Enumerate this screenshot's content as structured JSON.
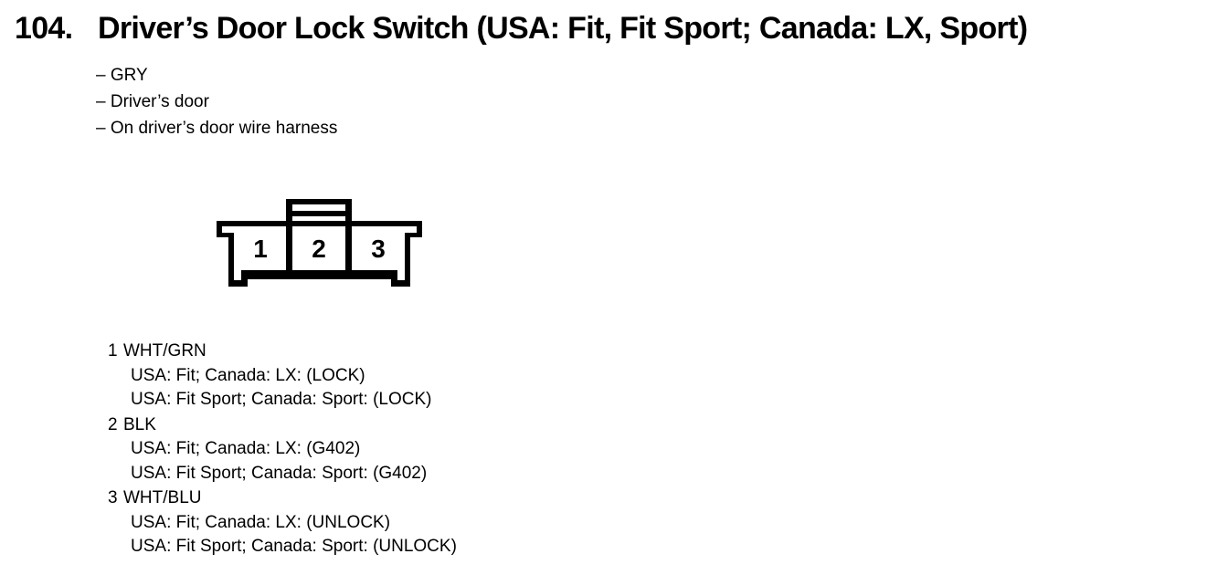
{
  "header": {
    "number": "104.",
    "title": "Driver’s Door Lock Switch (USA: Fit, Fit Sport; Canada: LX, Sport)"
  },
  "attributes": [
    "– GRY",
    "– Driver’s door",
    "– On driver’s door wire harness"
  ],
  "connector": {
    "description": "3-cavity connector, terminal side view",
    "pins": [
      "1",
      "2",
      "3"
    ]
  },
  "pin_list": [
    {
      "number": "1",
      "color": "WHT/GRN",
      "details": [
        "USA: Fit; Canada: LX: (LOCK)",
        "USA: Fit Sport; Canada: Sport: (LOCK)"
      ]
    },
    {
      "number": "2",
      "color": "BLK",
      "details": [
        "USA: Fit; Canada: LX: (G402)",
        "USA: Fit Sport; Canada: Sport: (G402)"
      ]
    },
    {
      "number": "3",
      "color": "WHT/BLU",
      "details": [
        "USA: Fit; Canada: LX: (UNLOCK)",
        "USA: Fit Sport; Canada: Sport: (UNLOCK)"
      ]
    }
  ],
  "colors": {
    "ink": "#000000",
    "paper": "#ffffff"
  }
}
